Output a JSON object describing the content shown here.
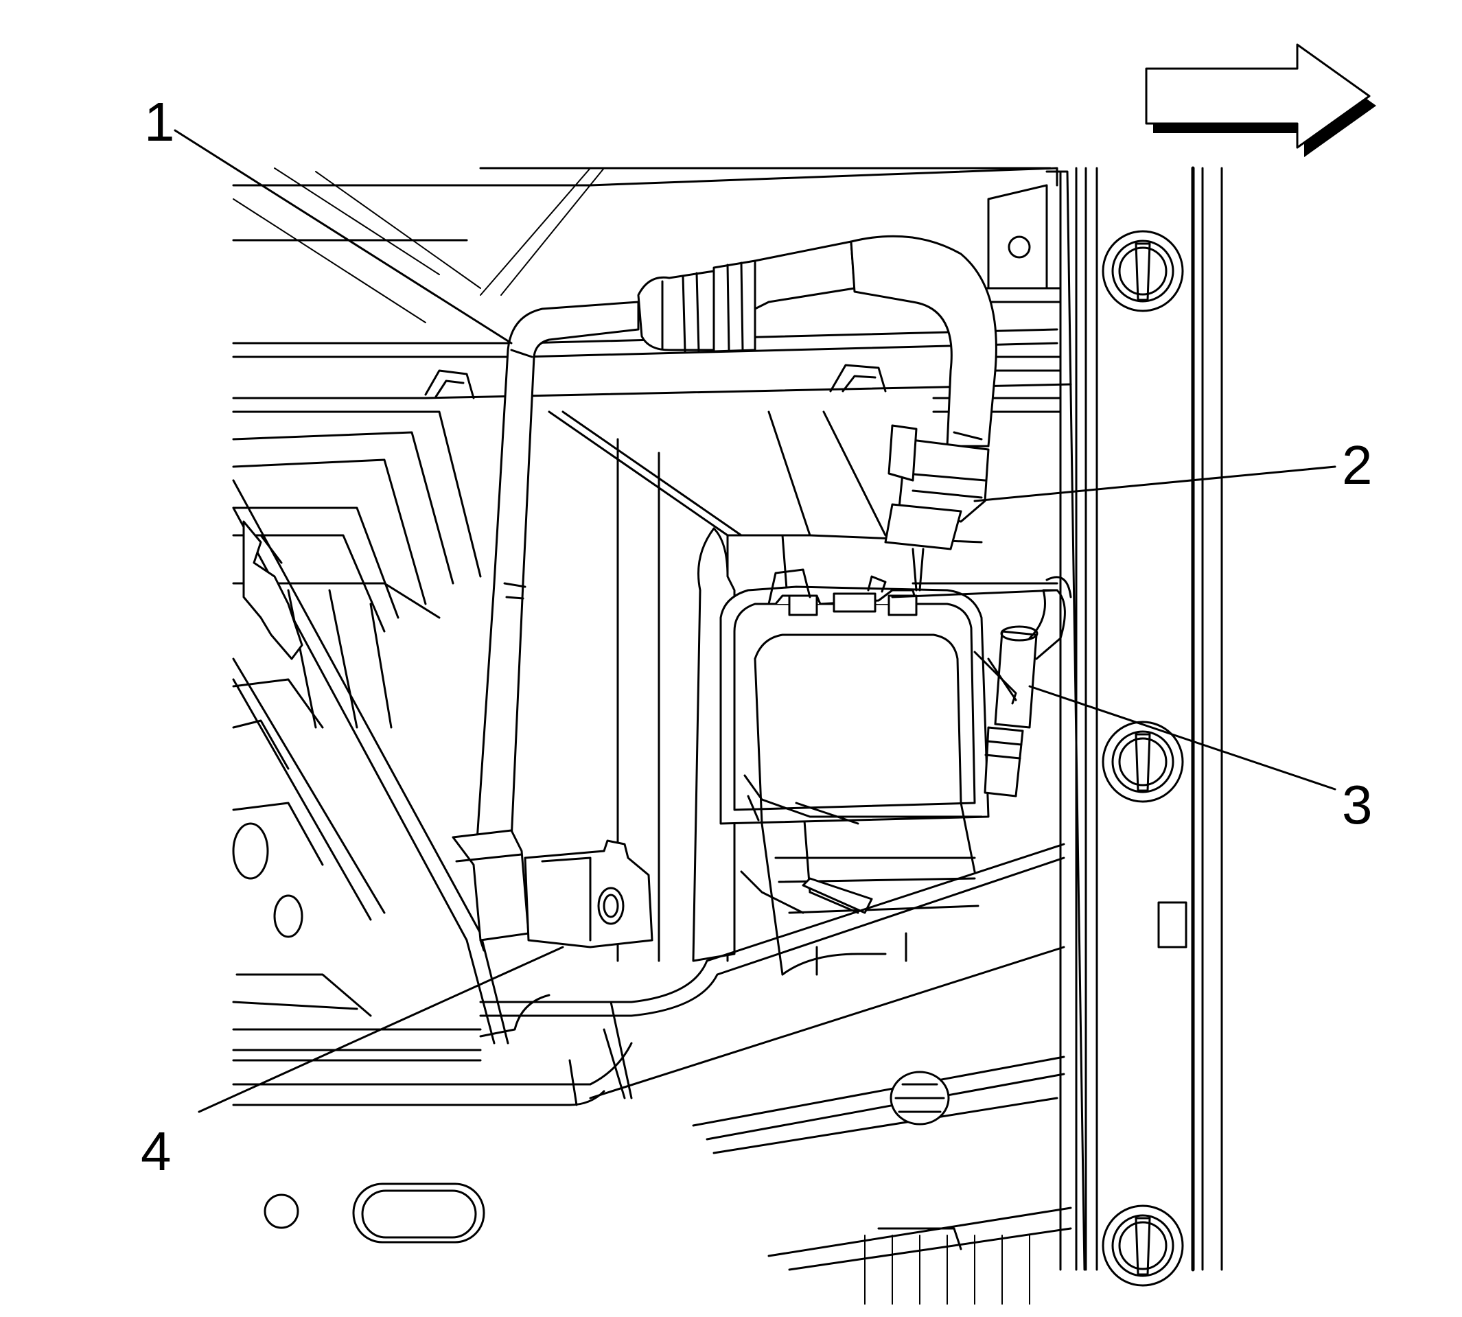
{
  "callouts": [
    {
      "id": "1",
      "label": "1"
    },
    {
      "id": "2",
      "label": "2"
    },
    {
      "id": "3",
      "label": "3"
    },
    {
      "id": "4",
      "label": "4"
    }
  ],
  "direction_arrow": {
    "icon": "right-arrow-icon",
    "direction": "right"
  },
  "line_color": "#000000",
  "background_color": "#ffffff"
}
